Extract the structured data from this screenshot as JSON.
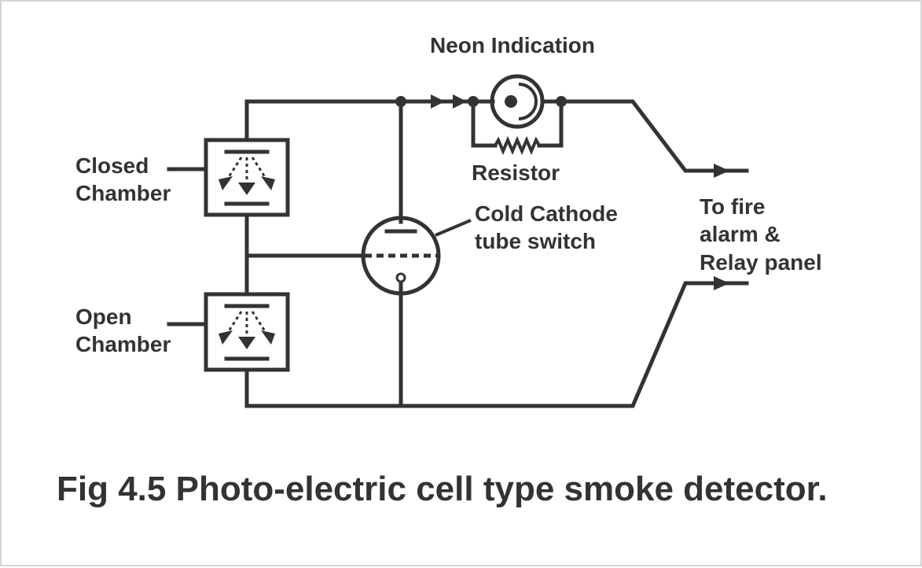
{
  "labels": {
    "neon": "Neon Indication",
    "resistor": "Resistor",
    "closed_chamber": [
      "Closed",
      "Chamber"
    ],
    "open_chamber": [
      "Open",
      "Chamber"
    ],
    "tube": [
      "Cold Cathode",
      "tube switch"
    ],
    "output": [
      "To fire",
      "alarm &",
      "Relay panel"
    ]
  },
  "caption": "Fig 4.5 Photo-electric cell type smoke detector.",
  "colors": {
    "ink": "#333333",
    "background": "#ffffff",
    "frame": "#d4d4d4"
  }
}
